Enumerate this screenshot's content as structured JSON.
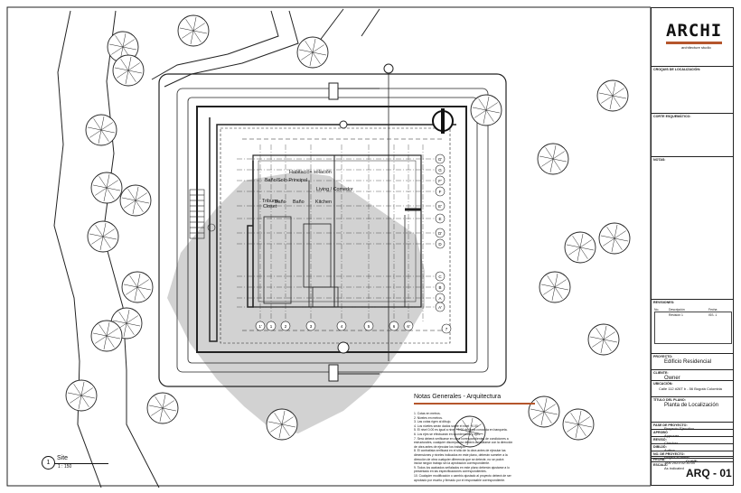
{
  "title_block": {
    "logo": "ARCHI",
    "logo_sub": "architecture studio",
    "fields": [
      {
        "label": "CROQUIS DE LOCALIZACIÓN:",
        "value": ""
      },
      {
        "label": "CORTE ESQUEMÁTICO:",
        "value": ""
      },
      {
        "label": "NOTAS:",
        "value": ""
      },
      {
        "label": "REVISIONES:",
        "value": ""
      },
      {
        "label": "PROYECTO:",
        "value": "Edificio Residencial"
      },
      {
        "label": "CLIENTE:",
        "value": "Owner"
      },
      {
        "label": "UBICACIÓN:",
        "value": "Calle 112 #26T b - 56 Bogotá Colombia"
      },
      {
        "label": "TÍTULO DEL PLANO:",
        "value": "Planta de Localización"
      },
      {
        "label": "FASE DE PROYECTO:",
        "value": "Proyecto Ejecutivo"
      },
      {
        "label": "APROBÓ",
        "value": "Approver"
      },
      {
        "label": "REVISÓ:",
        "value": "Checker"
      },
      {
        "label": "DIBUJÓ:",
        "value": "Author"
      },
      {
        "label": "NO. DE PROYECTO:",
        "value": "Project Number"
      },
      {
        "label": "FECHA:",
        "value": "JAN 2023 02:30:00"
      },
      {
        "label": "ESCALA:",
        "value": "As indicated"
      }
    ],
    "revision_headers": [
      "No.",
      "Descripción",
      "Fecha"
    ],
    "revision_rows": [
      [
        "",
        "Revisión 1",
        "ISS. 1"
      ]
    ],
    "clave_label": "CLAVE:",
    "sheet_number": "ARQ - 01"
  },
  "notes": {
    "title": "Notas Generales - Arquitectura",
    "lines": [
      "1. Cotas en metros.",
      "2. Niveles en metros.",
      "3. Las cotas rigen al dibujo.",
      "4. Los niveles serán dados sobre el nivel +0.00.",
      "5. El nivel 0.00 es igual a nivel +3.00 de firma conocida en banqueta.",
      "6. Los ejes se efectuarán en coordenadas y ejes.",
      "7. Será deberá verificarse en obra correspondientes de condiciones a",
      "   estructurales, cualquier discrepancia deberá consultarse con la dirección",
      "   de obra antes de ejecutar los trabajos.",
      "8. El contratista verificará en el sitio de la obra antes de ejecutar las",
      "   dimensiones y niveles indicados en este plano, deberán someter a la",
      "   dirección de obra cualquier diferencia que se detecte, no se podrá",
      "   iniciar ningún trabajo sin la aprobación correspondiente.",
      "9. Todos los acabados señalados en este plano deberán ajustarse a lo",
      "   presentado en las especificaciones correspondientes.",
      "10. Cualquier modificación o cambio ajustado al proyecto deberá de ser",
      "    aprobado por escrito y firmado por el responsable correspondiente."
    ]
  },
  "view": {
    "number": "1",
    "name": "Site",
    "scale": "1 : 150"
  },
  "plan": {
    "rooms": [
      "Habitación solación",
      "Baño/Solo Principal",
      "Tribuna",
      "Closet",
      "Baño",
      "Baño",
      "Living / Comedor",
      "Kitchen"
    ],
    "grid_rows": [
      "G'",
      "G",
      "F'",
      "F",
      "E'",
      "E",
      "D'",
      "D",
      "C",
      "B",
      "A",
      "A'"
    ],
    "grid_cols": [
      "1'",
      "1",
      "2",
      "3",
      "4",
      "5",
      "6",
      "6'",
      "7"
    ]
  }
}
